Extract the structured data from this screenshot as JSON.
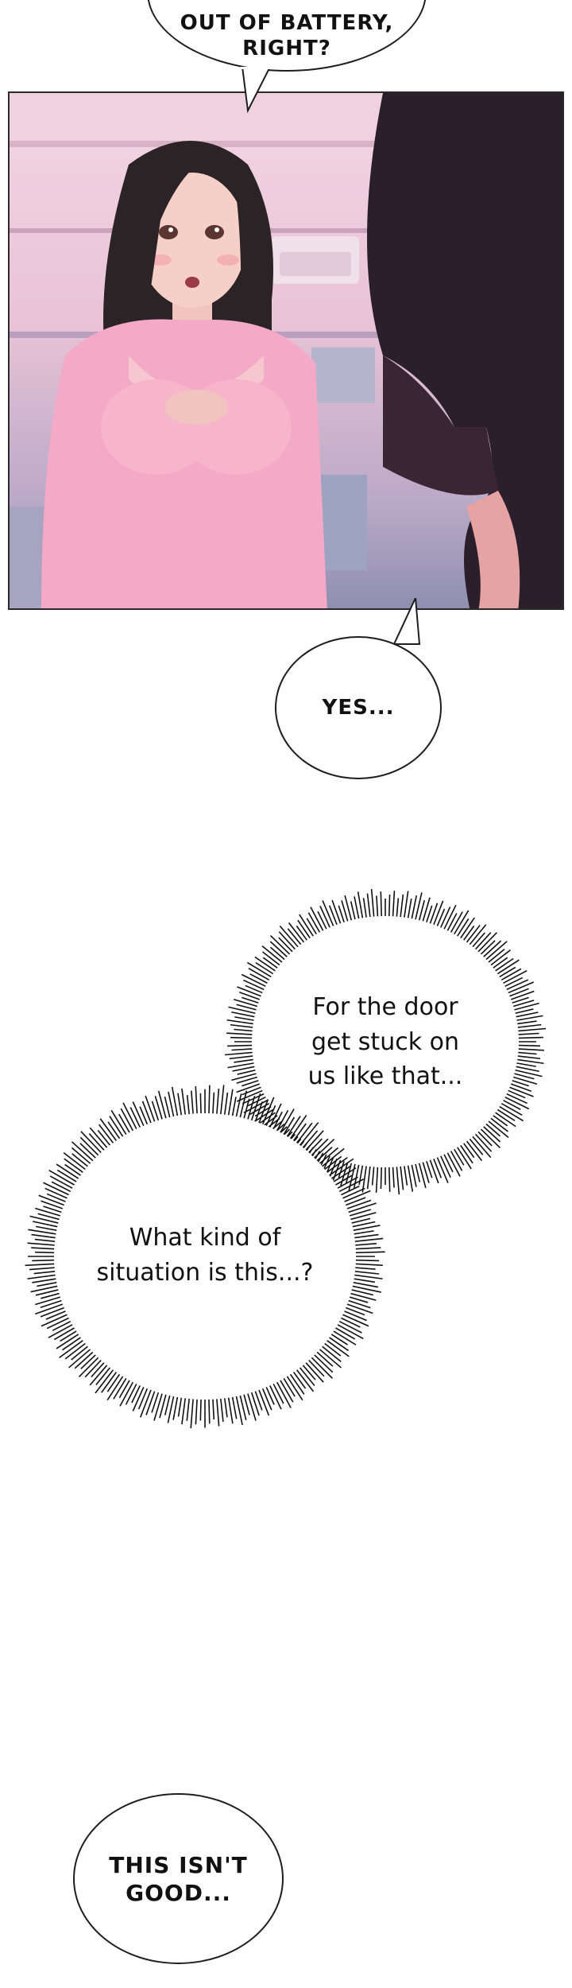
{
  "bubbles": {
    "top": "OUT OF BATTERY,\nRIGHT?",
    "yes": "YES...",
    "bottom": "THIS ISN'T\nGOOD..."
  },
  "thoughts": {
    "first": "For the door\nget stuck on\nus like that...",
    "second": "What kind of\nsituation is this...?"
  },
  "colors": {
    "shirt": "#f4a9c6",
    "hair": "#2b2326",
    "man_shirt": "#2a1f2b"
  }
}
